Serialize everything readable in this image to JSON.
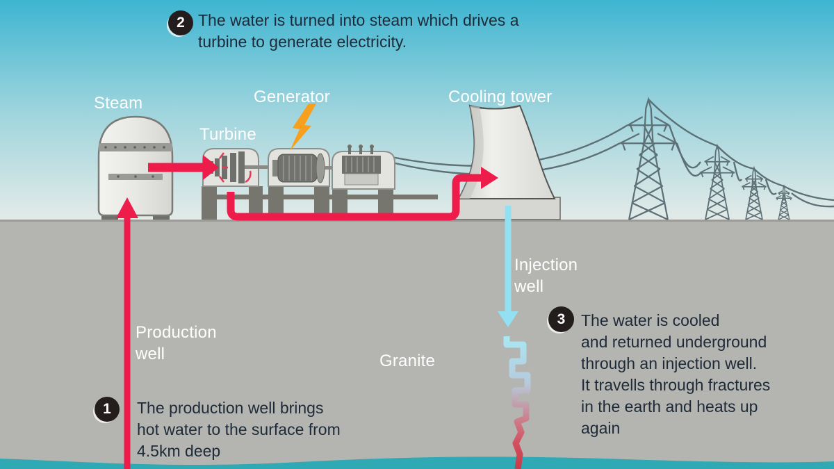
{
  "diagram": {
    "labels": {
      "steam": "Steam",
      "turbine": "Turbine",
      "generator": "Generator",
      "cooling_tower": "Cooling tower",
      "injection_well": "Injection\nwell",
      "production_well": "Production\nwell",
      "granite": "Granite"
    },
    "steps": {
      "s1": {
        "number": "1",
        "text": "The production well brings\nhot water to the surface from\n4.5km deep"
      },
      "s2": {
        "number": "2",
        "text": "The water is turned into steam which drives a\nturbine to generate electricity."
      },
      "s3": {
        "number": "3",
        "text": "The water is cooled\nand returned underground\nthrough an injection well.\nIt travells through fractures\nin the earth and heats up\nagain"
      }
    },
    "colors": {
      "sky_top": "#3eb5d1",
      "sky_horizon": "#e4ebe8",
      "ground": "#b4b5b1",
      "water": "#2fa9b3",
      "hot_water_red": "#ed1c4b",
      "cold_water_blue": "#92e0f2",
      "lightning_orange": "#f6a01d",
      "badge_background": "#231d1e",
      "text_dark": "#1e2a38",
      "label_white": "#ffffff",
      "pylon_gray": "#5d7076",
      "machinery_gray": "#75756f"
    }
  }
}
